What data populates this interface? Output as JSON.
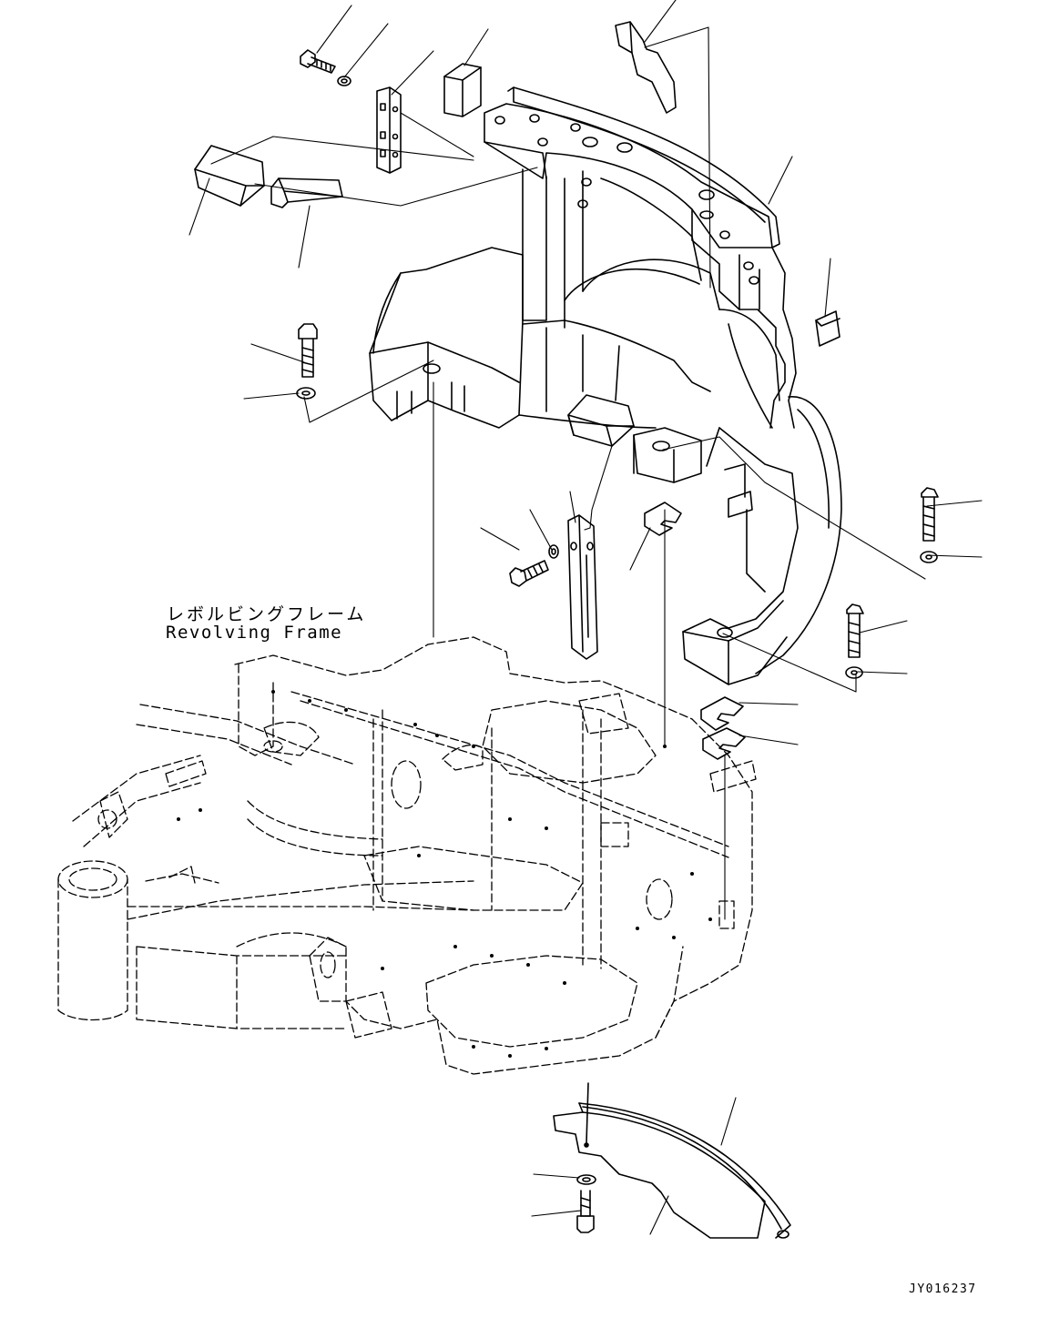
{
  "labels": {
    "frame_jp": "レボルビングフレーム",
    "frame_en": "Revolving Frame",
    "drawing_code": "JY016237"
  },
  "colors": {
    "ink": "#000000",
    "paper": "#ffffff"
  }
}
